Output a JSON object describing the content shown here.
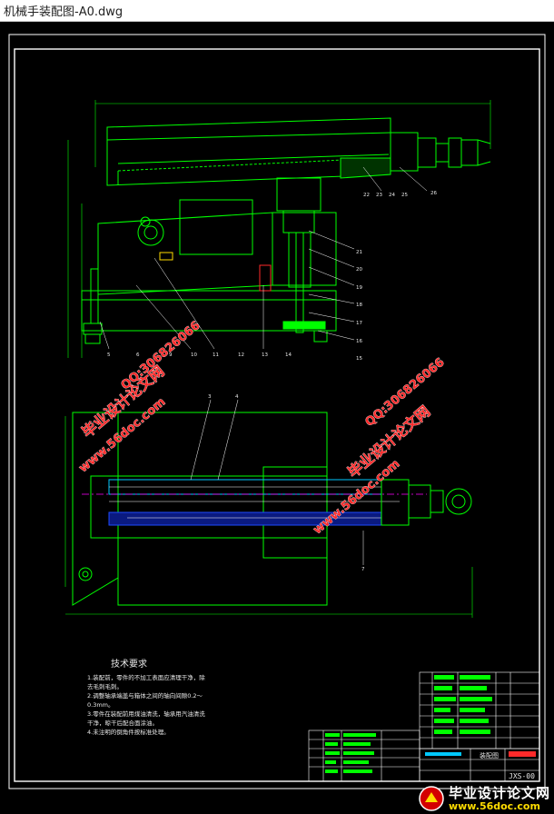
{
  "window": {
    "title": "机械手装配图-A0.dwg"
  },
  "watermarks": {
    "left_brand": "毕业设计论文网",
    "left_qq": "QQ:306826066",
    "left_site": "www.56doc.com",
    "right_brand": "毕业设计论文网",
    "right_qq": "QQ:306826066",
    "right_site": "www.56doc.com"
  },
  "technical_requirements": {
    "title": "技术要求",
    "lines": [
      "1.装配前，零件的不加工表面应清理干净，除",
      "去毛刺毛刺。",
      "2.调整轴承端盖与箱体之间的轴向间隙0.2～",
      "0.3mm。",
      "3.零件在装配前用煤油清洗，轴承用汽油清洗",
      "干净，晾干后配合面涂油。",
      "4.未注明的倒角件按标准处理。"
    ]
  },
  "title_block": {
    "drawing_name": "装配图",
    "drawing_code": "JXS-00"
  },
  "part_labels": {
    "top_right": [
      "22",
      "23",
      "24",
      "25",
      "26"
    ],
    "right_column": [
      "21",
      "20",
      "19",
      "18",
      "17",
      "16",
      "15"
    ],
    "bottom_row": [
      "5",
      "6",
      "9",
      "10",
      "11",
      "12",
      "13",
      "14"
    ],
    "plan_view": [
      "3",
      "4",
      "7"
    ]
  },
  "footer": {
    "brand": "毕业设计论文网",
    "site": "www.56doc.com"
  },
  "colors": {
    "outline": "#ffffff",
    "geometry": "#00ff00",
    "centerline": "#ff00ff",
    "part_blue": "#1e4bff",
    "part_cyan": "#00c8ff",
    "watermark_red": "#ff2a2a",
    "footer_yellow": "#ffdd00",
    "banner_red": "#d40000"
  }
}
